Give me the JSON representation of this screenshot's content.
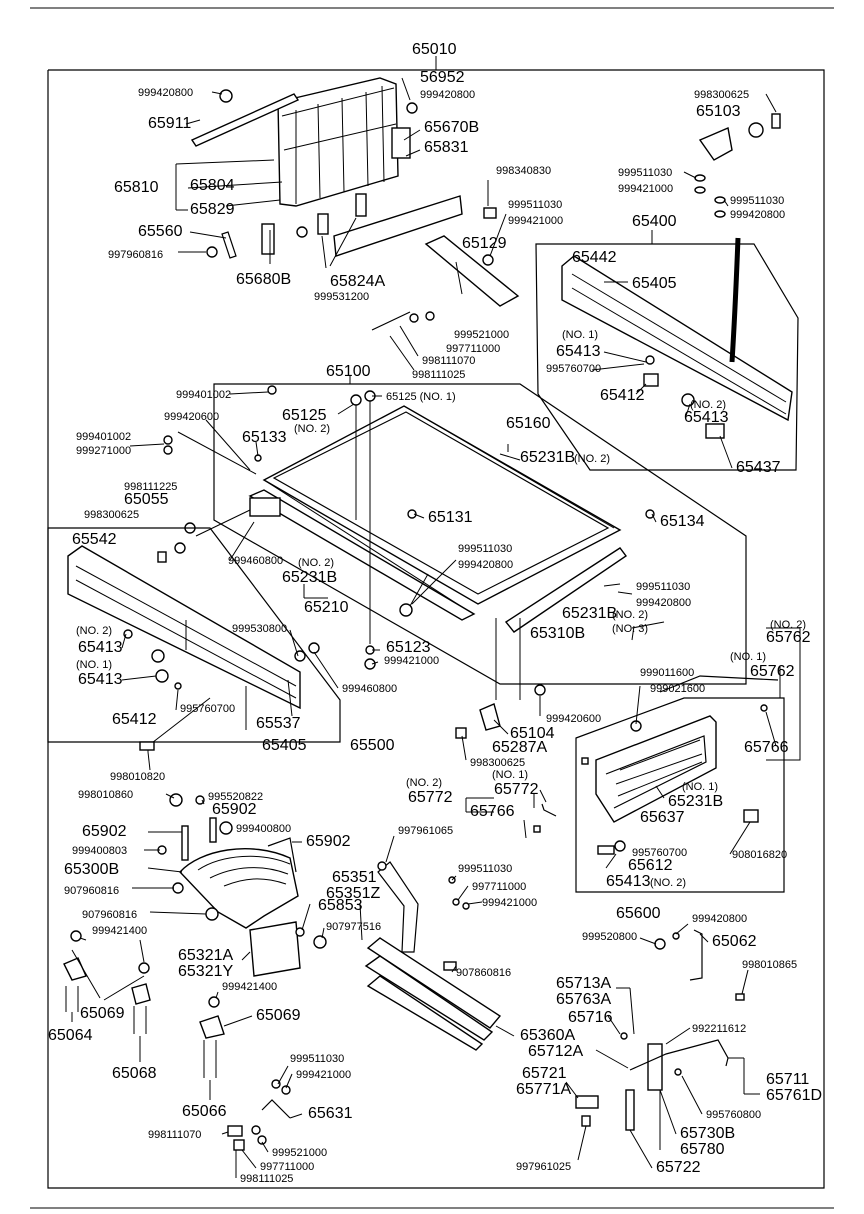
{
  "diagram": {
    "labels": [
      {
        "id": "p65010",
        "text": "65010"
      },
      {
        "id": "p999420800a",
        "text": "999420800"
      },
      {
        "id": "p56952",
        "text": "56952"
      },
      {
        "id": "p999420800b",
        "text": "999420800"
      },
      {
        "id": "p65911",
        "text": "65911"
      },
      {
        "id": "p65670B",
        "text": "65670B"
      },
      {
        "id": "p65831",
        "text": "65831"
      },
      {
        "id": "p998340830",
        "text": "998340830"
      },
      {
        "id": "p65810",
        "text": "65810"
      },
      {
        "id": "p65804",
        "text": "65804"
      },
      {
        "id": "p65829",
        "text": "65829"
      },
      {
        "id": "p65560",
        "text": "65560"
      },
      {
        "id": "p997960816",
        "text": "997960816"
      },
      {
        "id": "p65680B",
        "text": "65680B"
      },
      {
        "id": "p999531200",
        "text": "999531200"
      },
      {
        "id": "p65824A",
        "text": "65824A"
      },
      {
        "id": "p998300625a",
        "text": "998300625"
      },
      {
        "id": "p65103",
        "text": "65103"
      },
      {
        "id": "p999511030a",
        "text": "999511030"
      },
      {
        "id": "p999421000a",
        "text": "999421000"
      },
      {
        "id": "p999511030b",
        "text": "999511030"
      },
      {
        "id": "p999420800c",
        "text": "999420800"
      },
      {
        "id": "p999511030c",
        "text": "999511030"
      },
      {
        "id": "p999421000b",
        "text": "999421000"
      },
      {
        "id": "p65400",
        "text": "65400"
      },
      {
        "id": "p65129",
        "text": "65129"
      },
      {
        "id": "p65442",
        "text": "65442"
      },
      {
        "id": "p65405a",
        "text": "65405"
      },
      {
        "id": "p999521000a",
        "text": "999521000"
      },
      {
        "id": "p997711000a",
        "text": "997711000"
      },
      {
        "id": "p998111070a",
        "text": "998111070"
      },
      {
        "id": "p998111025a",
        "text": "998111025"
      },
      {
        "id": "pNo1a",
        "text": "(NO. 1)"
      },
      {
        "id": "p65413a",
        "text": "65413"
      },
      {
        "id": "p995760700a",
        "text": "995760700"
      },
      {
        "id": "p65412a",
        "text": "65412"
      },
      {
        "id": "pNo2a",
        "text": "(NO. 2)"
      },
      {
        "id": "p65413b",
        "text": "65413"
      },
      {
        "id": "p65437",
        "text": "65437"
      },
      {
        "id": "p65100",
        "text": "65100"
      },
      {
        "id": "p999401002a",
        "text": "999401002"
      },
      {
        "id": "p65125a",
        "text": "65125"
      },
      {
        "id": "p65125b",
        "text": "65125 (NO. 1)"
      },
      {
        "id": "p999420600",
        "text": "999420600"
      },
      {
        "id": "pNo2b",
        "text": "(NO. 2)"
      },
      {
        "id": "p65133",
        "text": "65133"
      },
      {
        "id": "p999401002b",
        "text": "999401002"
      },
      {
        "id": "p999271000",
        "text": "999271000"
      },
      {
        "id": "p65160",
        "text": "65160"
      },
      {
        "id": "p65231Ba",
        "text": "65231B"
      },
      {
        "id": "pNo2c",
        "text": "(NO. 2)"
      },
      {
        "id": "p998111225",
        "text": "998111225"
      },
      {
        "id": "p65055",
        "text": "65055"
      },
      {
        "id": "p998300625b",
        "text": "998300625"
      },
      {
        "id": "p65131",
        "text": "65131"
      },
      {
        "id": "p65134",
        "text": "65134"
      },
      {
        "id": "p65542",
        "text": "65542"
      },
      {
        "id": "p999460800a",
        "text": "999460800"
      },
      {
        "id": "pNo2d",
        "text": "(NO. 2)"
      },
      {
        "id": "p65231Bb",
        "text": "65231B"
      },
      {
        "id": "p999511030d",
        "text": "999511030"
      },
      {
        "id": "p999420800d",
        "text": "999420800"
      },
      {
        "id": "p65210",
        "text": "65210"
      },
      {
        "id": "p999511030e",
        "text": "999511030"
      },
      {
        "id": "p999420800e",
        "text": "999420800"
      },
      {
        "id": "p65231Bc",
        "text": "65231B"
      },
      {
        "id": "pNo2e",
        "text": "(NO. 2)"
      },
      {
        "id": "pNo3",
        "text": "(NO. 3)"
      },
      {
        "id": "p65310B",
        "text": "65310B"
      },
      {
        "id": "pNo2f",
        "text": "(NO. 2)"
      },
      {
        "id": "p65762a",
        "text": "65762"
      },
      {
        "id": "pNo1b",
        "text": "(NO. 1)"
      },
      {
        "id": "p65762b",
        "text": "65762"
      },
      {
        "id": "p999530800",
        "text": "999530800"
      },
      {
        "id": "pNo2g",
        "text": "(NO. 2)"
      },
      {
        "id": "p65413c",
        "text": "65413"
      },
      {
        "id": "p65123",
        "text": "65123"
      },
      {
        "id": "p999421000c",
        "text": "999421000"
      },
      {
        "id": "pNo1c",
        "text": "(NO. 1)"
      },
      {
        "id": "p65413d",
        "text": "65413"
      },
      {
        "id": "p999460800b",
        "text": "999460800"
      },
      {
        "id": "p995760700b",
        "text": "995760700"
      },
      {
        "id": "p65412b",
        "text": "65412"
      },
      {
        "id": "p65537",
        "text": "65537"
      },
      {
        "id": "p65405b",
        "text": "65405"
      },
      {
        "id": "p65500",
        "text": "65500"
      },
      {
        "id": "p999011600",
        "text": "999011600"
      },
      {
        "id": "p999021600",
        "text": "999021600"
      },
      {
        "id": "p999420600",
        "text": "999420600"
      },
      {
        "id": "p65104",
        "text": "65104"
      },
      {
        "id": "p65287A",
        "text": "65287A"
      },
      {
        "id": "p998300625c",
        "text": "998300625"
      },
      {
        "id": "p65766a",
        "text": "65766"
      },
      {
        "id": "p998010820",
        "text": "998010820"
      },
      {
        "id": "pNo1d",
        "text": "(NO. 1)"
      },
      {
        "id": "pNo2h",
        "text": "(NO. 2)"
      },
      {
        "id": "p65772a",
        "text": "65772"
      },
      {
        "id": "p65772b",
        "text": "65772"
      },
      {
        "id": "p65766b",
        "text": "65766"
      },
      {
        "id": "pNo1e",
        "text": "(NO. 1)"
      },
      {
        "id": "p65231Bd",
        "text": "65231B"
      },
      {
        "id": "p998010860",
        "text": "998010860"
      },
      {
        "id": "p995520822",
        "text": "995520822"
      },
      {
        "id": "p65902a",
        "text": "65902"
      },
      {
        "id": "p65637",
        "text": "65637"
      },
      {
        "id": "p65902b",
        "text": "65902"
      },
      {
        "id": "p999400800",
        "text": "999400800"
      },
      {
        "id": "p65902c",
        "text": "65902"
      },
      {
        "id": "p999400803",
        "text": "999400803"
      },
      {
        "id": "p997961065",
        "text": "997961065"
      },
      {
        "id": "p908016820",
        "text": "908016820"
      },
      {
        "id": "p995760700c",
        "text": "995760700"
      },
      {
        "id": "p65612",
        "text": "65612"
      },
      {
        "id": "p65300B",
        "text": "65300B"
      },
      {
        "id": "p65413e",
        "text": "65413"
      },
      {
        "id": "pNo2i",
        "text": "(NO. 2)"
      },
      {
        "id": "p907960816a",
        "text": "907960816"
      },
      {
        "id": "p65351",
        "text": "65351"
      },
      {
        "id": "p65351Z",
        "text": "65351Z"
      },
      {
        "id": "p999511030f",
        "text": "999511030"
      },
      {
        "id": "p997711000b",
        "text": "997711000"
      },
      {
        "id": "p999421000d",
        "text": "999421000"
      },
      {
        "id": "p65853",
        "text": "65853"
      },
      {
        "id": "p907960816b",
        "text": "907960816"
      },
      {
        "id": "p65600",
        "text": "65600"
      },
      {
        "id": "p999421400a",
        "text": "999421400"
      },
      {
        "id": "p907977516",
        "text": "907977516"
      },
      {
        "id": "p999420800f",
        "text": "999420800"
      },
      {
        "id": "p65321A",
        "text": "65321A"
      },
      {
        "id": "p65321Y",
        "text": "65321Y"
      },
      {
        "id": "p999520800",
        "text": "999520800"
      },
      {
        "id": "p65062",
        "text": "65062"
      },
      {
        "id": "p907860816",
        "text": "907860816"
      },
      {
        "id": "p998010865",
        "text": "998010865"
      },
      {
        "id": "p65069a",
        "text": "65069"
      },
      {
        "id": "p65064",
        "text": "65064"
      },
      {
        "id": "p65713A",
        "text": "65713A"
      },
      {
        "id": "p65763A",
        "text": "65763A"
      },
      {
        "id": "p999421400b",
        "text": "999421400"
      },
      {
        "id": "p65716",
        "text": "65716"
      },
      {
        "id": "p65069b",
        "text": "65069"
      },
      {
        "id": "p992211612",
        "text": "992211612"
      },
      {
        "id": "p65360A",
        "text": "65360A"
      },
      {
        "id": "p65712A",
        "text": "65712A"
      },
      {
        "id": "p65068",
        "text": "65068"
      },
      {
        "id": "p999511030g",
        "text": "999511030"
      },
      {
        "id": "p999421000e",
        "text": "999421000"
      },
      {
        "id": "p65721",
        "text": "65721"
      },
      {
        "id": "p65771A",
        "text": "65771A"
      },
      {
        "id": "p65711",
        "text": "65711"
      },
      {
        "id": "p65761D",
        "text": "65761D"
      },
      {
        "id": "p65066",
        "text": "65066"
      },
      {
        "id": "p65631",
        "text": "65631"
      },
      {
        "id": "p995760800",
        "text": "995760800"
      },
      {
        "id": "p998111070b",
        "text": "998111070"
      },
      {
        "id": "p65730B",
        "text": "65730B"
      },
      {
        "id": "p65780",
        "text": "65780"
      },
      {
        "id": "p999521000b",
        "text": "999521000"
      },
      {
        "id": "p997711000c",
        "text": "997711000"
      },
      {
        "id": "p998111025b",
        "text": "998111025"
      },
      {
        "id": "p997961025",
        "text": "997961025"
      },
      {
        "id": "p65722",
        "text": "65722"
      }
    ]
  }
}
